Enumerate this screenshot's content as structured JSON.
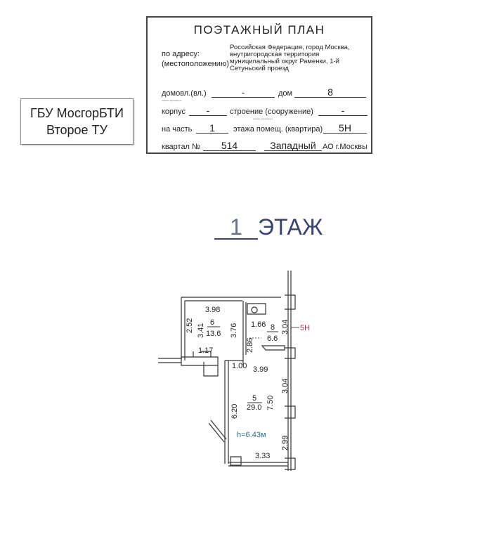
{
  "bti_box": {
    "line1": "ГБУ МосгорБТИ",
    "line2": "Второе ТУ"
  },
  "stamp": {
    "title": "ПОЭТАЖНЫЙ ПЛАН",
    "address_label1": "по адресу:",
    "address_label2": "(местоположению)",
    "address": [
      "Российская Федерация, город Москва,",
      "внутригородская территория",
      "муниципальный округ Раменки, 1-й",
      "Сетуньский проезд"
    ],
    "domovl_label": "домовл.(вл.)",
    "domovl_value": "-",
    "dom_label": "дом",
    "dom_value": "8",
    "underline_note": "нужное подчеркнуть",
    "korpus_label": "корпус",
    "korpus_value": "-",
    "stroenie_label": "строение (сооружение)",
    "stroenie_value": "-",
    "chast_label": "на часть",
    "chast_value": "1",
    "pomesh_label": "этажа помещ. (квартира)",
    "pomesh_value": "5Н",
    "kvartal_label": "квартал №",
    "kvartal_value": "514",
    "okrug_value": "Западный",
    "okrug_label": "АО г.Москвы"
  },
  "floor_heading": {
    "number": "1",
    "label": "ЭТАЖ"
  },
  "plan": {
    "room6": {
      "number": "6",
      "area": "13.6",
      "dims": [
        "3.98",
        "2.52",
        "3.41",
        "3.76",
        "1.17"
      ]
    },
    "room8": {
      "number": "8",
      "area": "6.6",
      "dims": [
        "1.66",
        "2.86",
        "3.04"
      ]
    },
    "room5": {
      "number": "5",
      "area": "29.0",
      "dims": [
        "1.00",
        "3.99",
        "3.04",
        "7.50",
        "6.20",
        "2.99",
        "3.33"
      ]
    },
    "unit_label": "5Н",
    "height_label": "h=6.43м",
    "colors": {
      "unit_label": "#b0304a",
      "height_label": "#2a6a80",
      "walls": "#333333"
    }
  }
}
